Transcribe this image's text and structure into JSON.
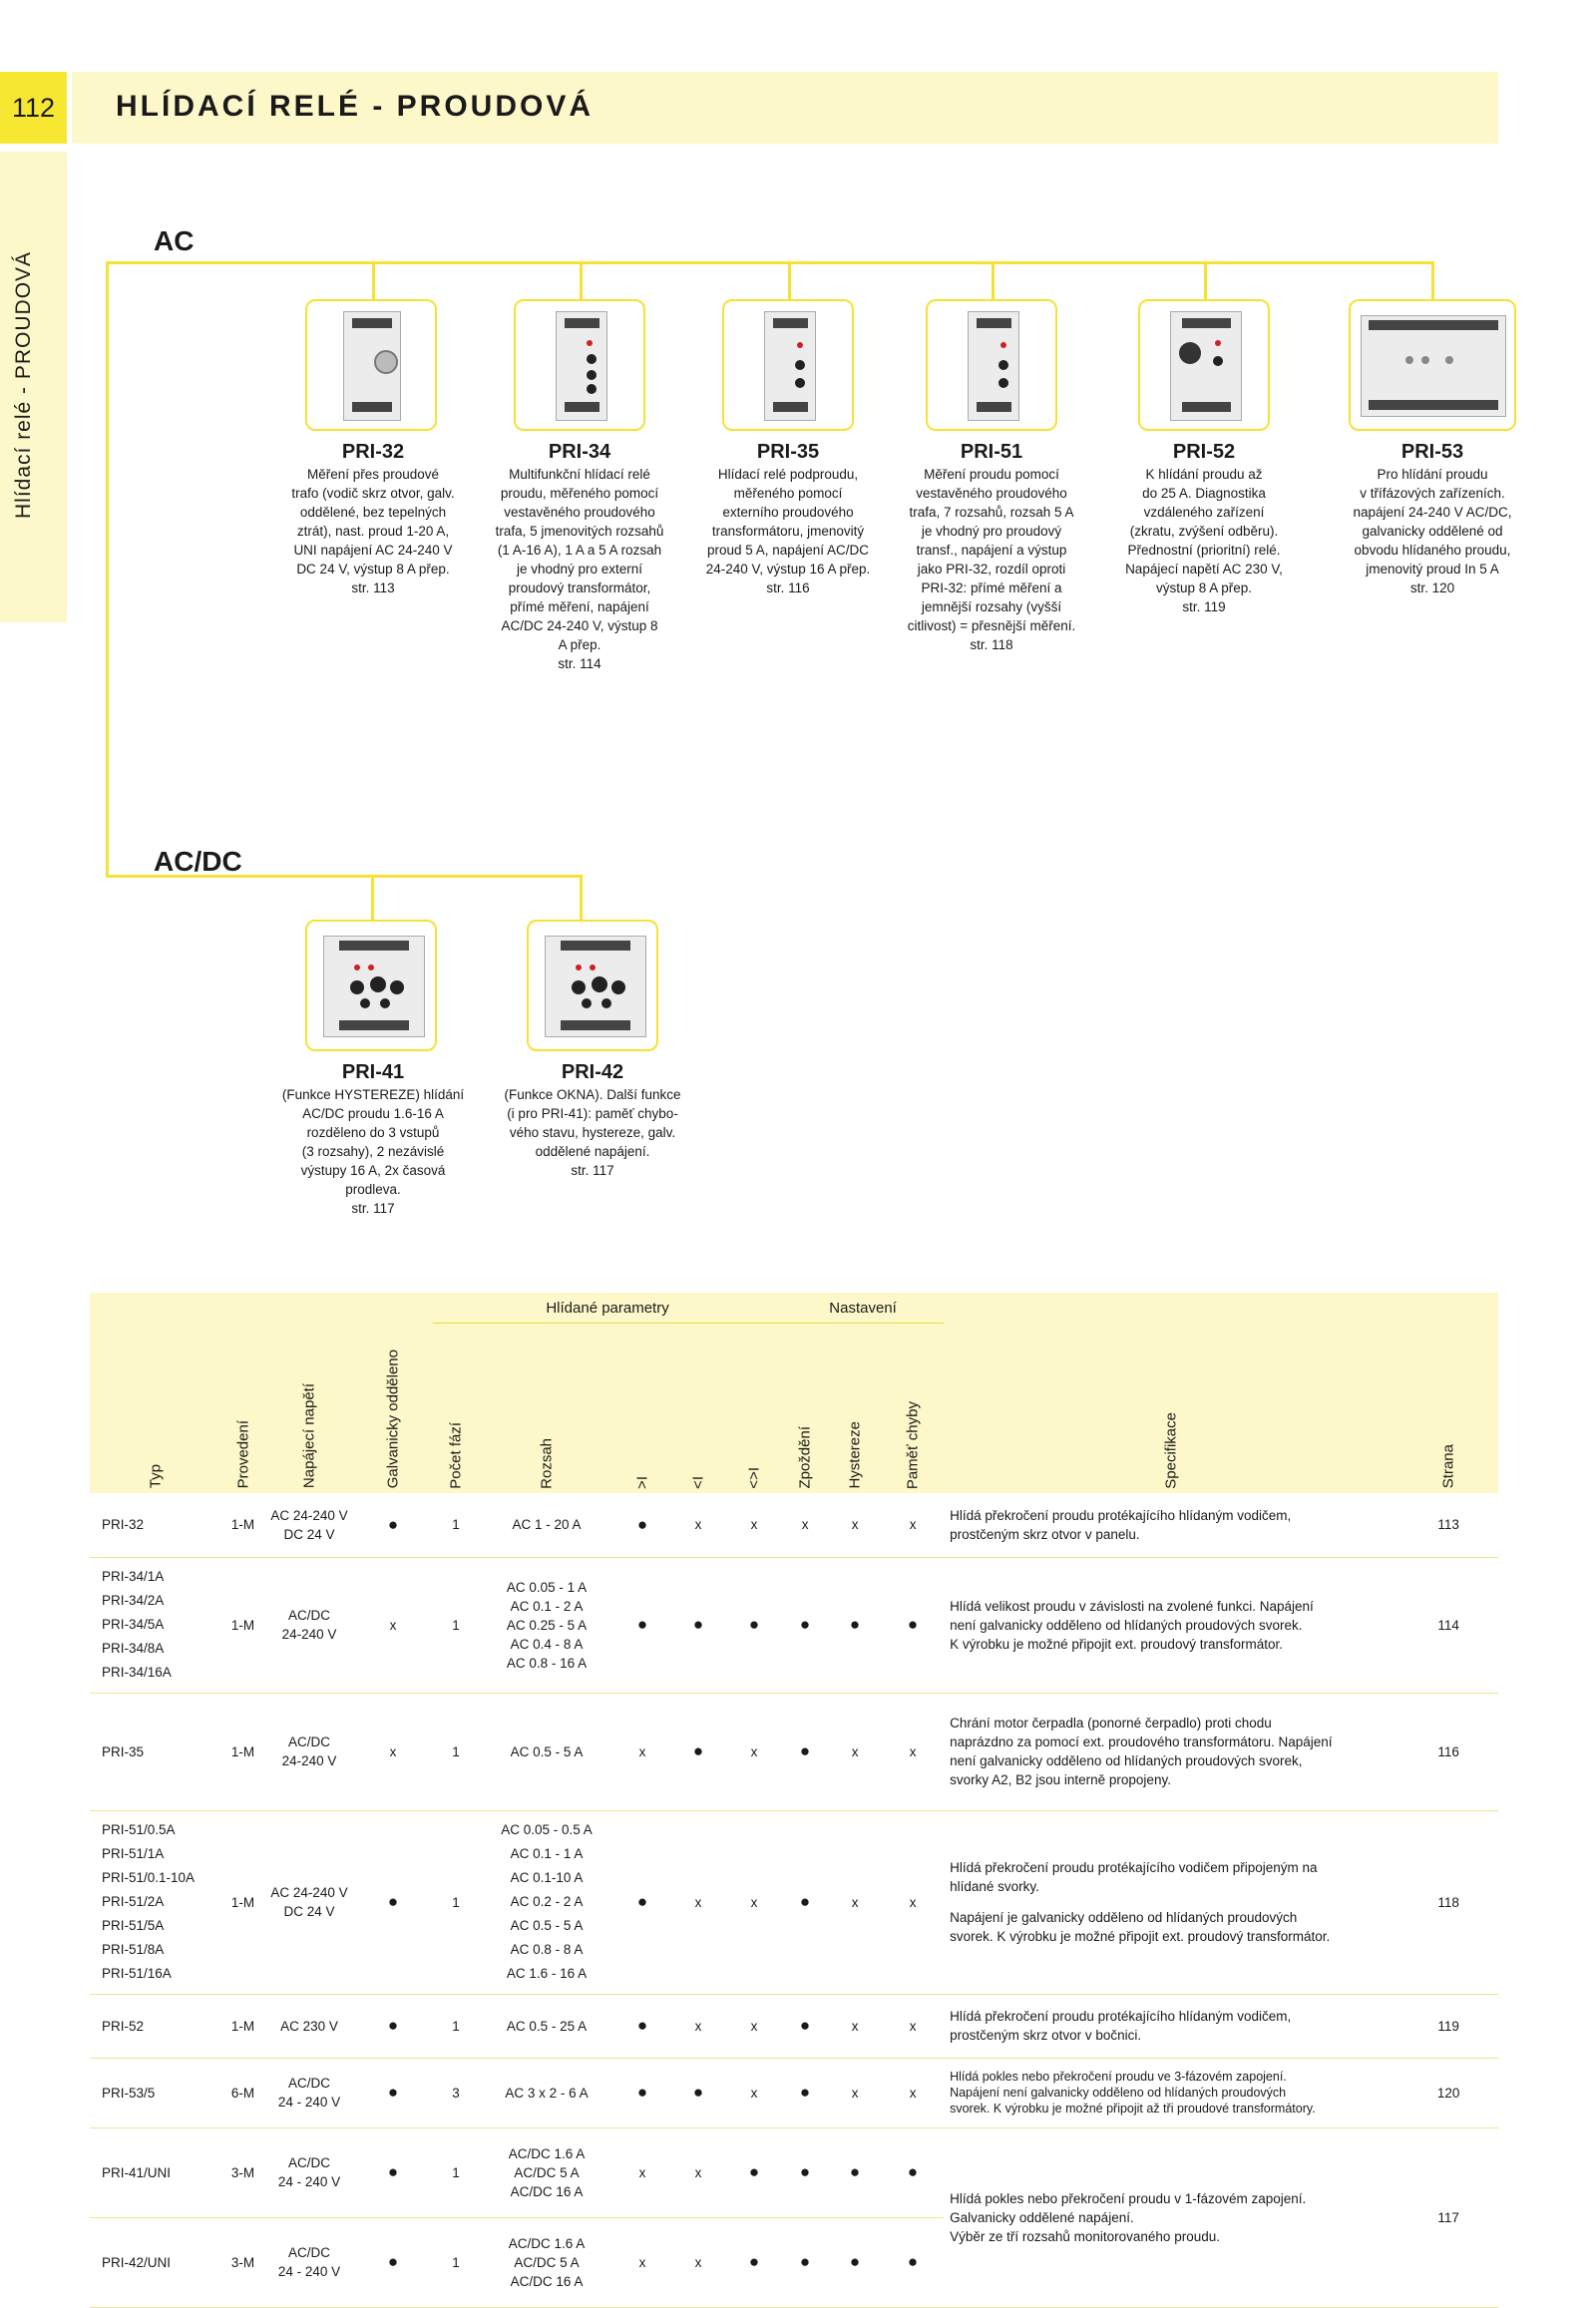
{
  "header": {
    "page_number": "112",
    "title": "HLÍDACÍ RELÉ - PROUDOVÁ",
    "side_label": "Hlídací relé - PROUDOVÁ"
  },
  "sections": {
    "ac": "AC",
    "acdc": "AC/DC"
  },
  "products": [
    {
      "name": "PRI-32",
      "desc": [
        "Měření přes proudové",
        "trafo (vodič skrz otvor, galv.",
        "oddělené, bez tepelných",
        "ztrát), nast. proud 1-20 A,",
        "UNI napájení AC 24-240 V",
        "DC 24 V, výstup 8 A přep.",
        "str. 113"
      ]
    },
    {
      "name": "PRI-34",
      "desc": [
        "Multifunkční hlídací relé",
        "proudu, měřeného pomocí",
        "vestavěného proudového",
        "trafa, 5 jmenovitých rozsahů",
        "(1 A-16 A), 1 A a 5 A rozsah",
        "je vhodný pro externí",
        "proudový transformátor,",
        "přímé měření, napájení",
        "AC/DC 24-240 V, výstup 8",
        "A přep.",
        "str. 114"
      ]
    },
    {
      "name": "PRI-35",
      "desc": [
        "Hlídací relé podproudu,",
        "měřeného pomocí",
        "externího proudového",
        "transformátoru, jmenovitý",
        "proud 5 A, napájení AC/DC",
        "24-240 V, výstup 16 A přep.",
        "str. 116"
      ]
    },
    {
      "name": "PRI-51",
      "desc": [
        "Měření proudu pomocí",
        "vestavěného proudového",
        "trafa, 7 rozsahů, rozsah 5 A",
        "je vhodný pro proudový",
        "transf., napájení a výstup",
        "jako PRI-32, rozdíl oproti",
        "PRI-32: přímé měření a",
        "jemnější rozsahy (vyšší",
        "citlivost) = přesnější měření.",
        "str. 118"
      ]
    },
    {
      "name": "PRI-52",
      "desc": [
        "K hlídání proudu až",
        "do 25 A. Diagnostika",
        "vzdáleného zařízení",
        "(zkratu, zvýšení odběru).",
        "Přednostní (prioritní) relé.",
        "Napájecí napětí AC 230 V,",
        "výstup 8 A přep.",
        "str. 119"
      ]
    },
    {
      "name": "PRI-53",
      "desc": [
        "Pro hlídání proudu",
        "v třífázových zařízeních.",
        "napájení 24-240 V AC/DC,",
        "galvanicky oddělené od",
        "obvodu hlídaného proudu,",
        "jmenovitý proud In 5 A",
        "str. 120"
      ]
    },
    {
      "name": "PRI-41",
      "desc": [
        "(Funkce HYSTEREZE) hlídání",
        "AC/DC proudu 1.6-16 A",
        "rozděleno do 3 vstupů",
        "(3 rozsahy), 2 nezávislé",
        "výstupy 16 A, 2x časová",
        "prodleva.",
        "str. 117"
      ]
    },
    {
      "name": "PRI-42",
      "desc": [
        "(Funkce OKNA). Další funkce",
        "(i pro PRI-41): paměť chybo-",
        "vého stavu, hystereze, galv.",
        "oddělené napájení.",
        "str. 117"
      ]
    }
  ],
  "table": {
    "group_headers": {
      "hlidane": "Hlídané parametry",
      "nastaveni": "Nastavení"
    },
    "headers": [
      "Typ",
      "Provedení",
      "Napájecí napětí",
      "Galvanicky oddělenо",
      "Počet fází",
      "Rozsah",
      ">I",
      "<I",
      "<>I",
      "Zpoždění",
      "Hystereze",
      "Paměť chyby",
      "Specifikace",
      "Strana"
    ],
    "rows": [
      {
        "typ": [
          "PRI-32"
        ],
        "prov": "1-M",
        "nap": [
          "AC 24-240 V",
          "DC 24 V"
        ],
        "galv": "●",
        "faze": "1",
        "rozsah": [
          "AC 1 - 20 A"
        ],
        "gt": "●",
        "lt": "x",
        "wn": "x",
        "zp": "x",
        "hy": "x",
        "pa": "x",
        "spec": [
          "Hlídá překročení proudu protékajícího hlídaným vodičem,",
          "prostčeným skrz otvor v panelu."
        ],
        "str": "113"
      },
      {
        "typ": [
          "PRI-34/1A",
          "PRI-34/2A",
          "PRI-34/5A",
          "PRI-34/8A",
          "PRI-34/16A"
        ],
        "prov": "1-M",
        "nap": [
          "AC/DC",
          "24-240 V"
        ],
        "galv": "x",
        "faze": "1",
        "rozsah": [
          "AC 0.05 - 1 A",
          "AC 0.1 - 2 A",
          "AC 0.25 - 5 A",
          "AC 0.4 - 8 A",
          "AC 0.8 - 16 A"
        ],
        "gt": "●",
        "lt": "●",
        "wn": "●",
        "zp": "●",
        "hy": "●",
        "pa": "●",
        "spec": [
          "Hlídá velikost proudu v závislosti na zvolené funkci. Napájení",
          "není galvanicky odděleno od hlídaných proudových svorek.",
          "K výrobku je možné připojit ext. proudový transformátor."
        ],
        "str": "114"
      },
      {
        "typ": [
          "PRI-35"
        ],
        "prov": "1-M",
        "nap": [
          "AC/DC",
          "24-240 V"
        ],
        "galv": "x",
        "faze": "1",
        "rozsah": [
          "AC 0.5 - 5 A"
        ],
        "gt": "x",
        "lt": "●",
        "wn": "x",
        "zp": "●",
        "hy": "x",
        "pa": "x",
        "spec": [
          "Chrání motor čerpadla (ponorné čerpadlo) proti chodu",
          "naprázdno za pomocí ext. proudového transformátoru. Napájení",
          "není galvanicky odděleno od hlídaných proudových svorek,",
          "svorky A2, B2 jsou interně propojeny."
        ],
        "str": "116"
      },
      {
        "typ": [
          "PRI-51/0.5A",
          "PRI-51/1A",
          "PRI-51/0.1-10A",
          "PRI-51/2A",
          "PRI-51/5A",
          "PRI-51/8A",
          "PRI-51/16A"
        ],
        "prov": "1-M",
        "nap": [
          "AC 24-240 V",
          "DC 24 V"
        ],
        "galv": "●",
        "faze": "1",
        "rozsah": [
          "AC 0.05 - 0.5 A",
          "AC 0.1 - 1 A",
          "AC 0.1-10 A",
          "AC 0.2 - 2 A",
          "AC 0.5 - 5 A",
          "AC 0.8 - 8 A",
          "AC 1.6 - 16 A"
        ],
        "gt": "●",
        "lt": "x",
        "wn": "x",
        "zp": "●",
        "hy": "x",
        "pa": "x",
        "spec": [
          "Hlídá překročení proudu protékajícího vodičem připojeným na",
          "hlídané svorky.",
          "",
          "Napájení je galvanicky odděleno od hlídaných proudových",
          "svorek. K výrobku je možné připojit ext. proudový transformátor."
        ],
        "str": "118"
      },
      {
        "typ": [
          "PRI-52"
        ],
        "prov": "1-M",
        "nap": [
          "AC 230 V"
        ],
        "galv": "●",
        "faze": "1",
        "rozsah": [
          "AC 0.5 - 25 A"
        ],
        "gt": "●",
        "lt": "x",
        "wn": "x",
        "zp": "●",
        "hy": "x",
        "pa": "x",
        "spec": [
          "Hlídá překročení proudu protékajícího hlídaným vodičem,",
          "prostčeným skrz otvor v bočnici."
        ],
        "str": "119"
      },
      {
        "typ": [
          "PRI-53/5"
        ],
        "prov": "6-M",
        "nap": [
          "AC/DC",
          "24 - 240 V"
        ],
        "galv": "●",
        "faze": "3",
        "rozsah": [
          "AC 3 x 2 - 6 A"
        ],
        "gt": "●",
        "lt": "●",
        "wn": "x",
        "zp": "●",
        "hy": "x",
        "pa": "x",
        "spec": [
          "Hlídá pokles nebo překročení proudu ve 3-fázovém zapojení.",
          "Napájení není galvanicky odděleno od hlídaných proudových",
          "svorek. K výrobku je možné připojit až tři proudové transformátory."
        ],
        "str": "120"
      },
      {
        "typ": [
          "PRI-41/UNI"
        ],
        "prov": "3-M",
        "nap": [
          "AC/DC",
          "24 - 240 V"
        ],
        "galv": "●",
        "faze": "1",
        "rozsah": [
          "AC/DC 1.6 A",
          "AC/DC 5 A",
          "AC/DC 16 A"
        ],
        "gt": "x",
        "lt": "x",
        "wn": "●",
        "zp": "●",
        "hy": "●",
        "pa": "●",
        "spec": [
          "Hlídá pokles nebo překročení proudu v 1-fázovém zapojení.",
          "Galvanicky oddělené napájení.",
          "Výběr ze tří rozsahů monitorovaného proudu."
        ],
        "str": "117"
      },
      {
        "typ": [
          "PRI-42/UNI"
        ],
        "prov": "3-M",
        "nap": [
          "AC/DC",
          "24 - 240 V"
        ],
        "galv": "●",
        "faze": "1",
        "rozsah": [
          "AC/DC 1.6 A",
          "AC/DC 5 A",
          "AC/DC 16 A"
        ],
        "gt": "x",
        "lt": "x",
        "wn": "●",
        "zp": "●",
        "hy": "●",
        "pa": "●",
        "spec": [],
        "str": ""
      }
    ]
  }
}
